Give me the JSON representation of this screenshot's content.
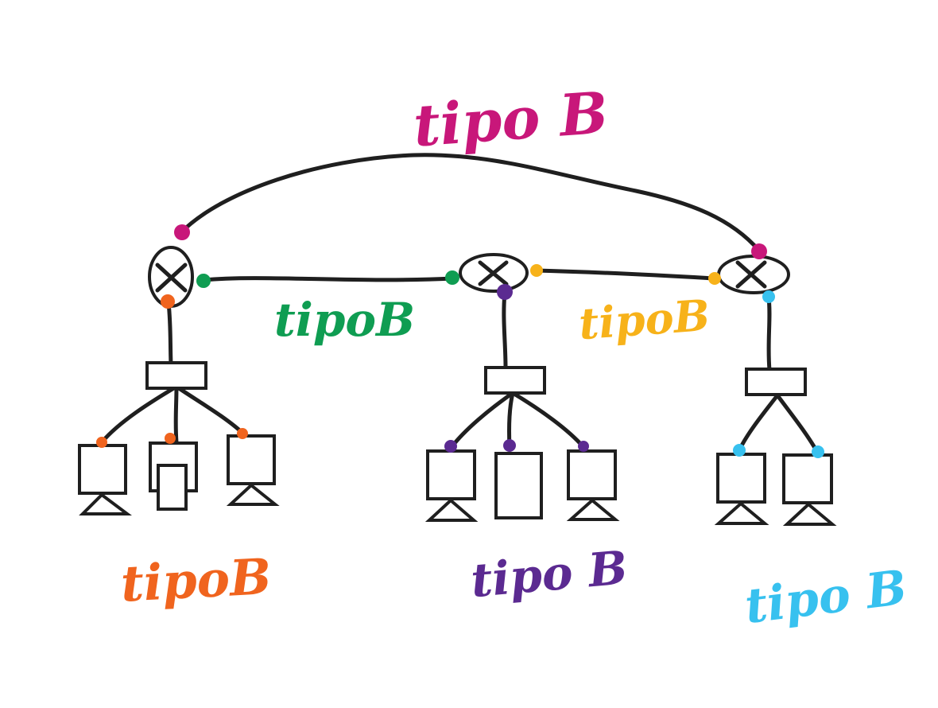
{
  "labels": {
    "top": "tipo B",
    "left_mid": "tipoB",
    "right_mid": "tipoB",
    "bottom_left": "tipoB",
    "bottom_mid": "tipo B",
    "bottom_right": "tipo B"
  },
  "colors": {
    "magenta": "#c8177a",
    "green": "#0f9d52",
    "yellow": "#f7b21a",
    "orange": "#f0641e",
    "purple": "#5b2a91",
    "cyan": "#37c1ef",
    "ink": "#1f1f1f"
  },
  "icons": {
    "router": "x-circle-router-icon",
    "switch": "rectangle-switch-icon",
    "computer": "box-on-triangle-host-icon"
  }
}
